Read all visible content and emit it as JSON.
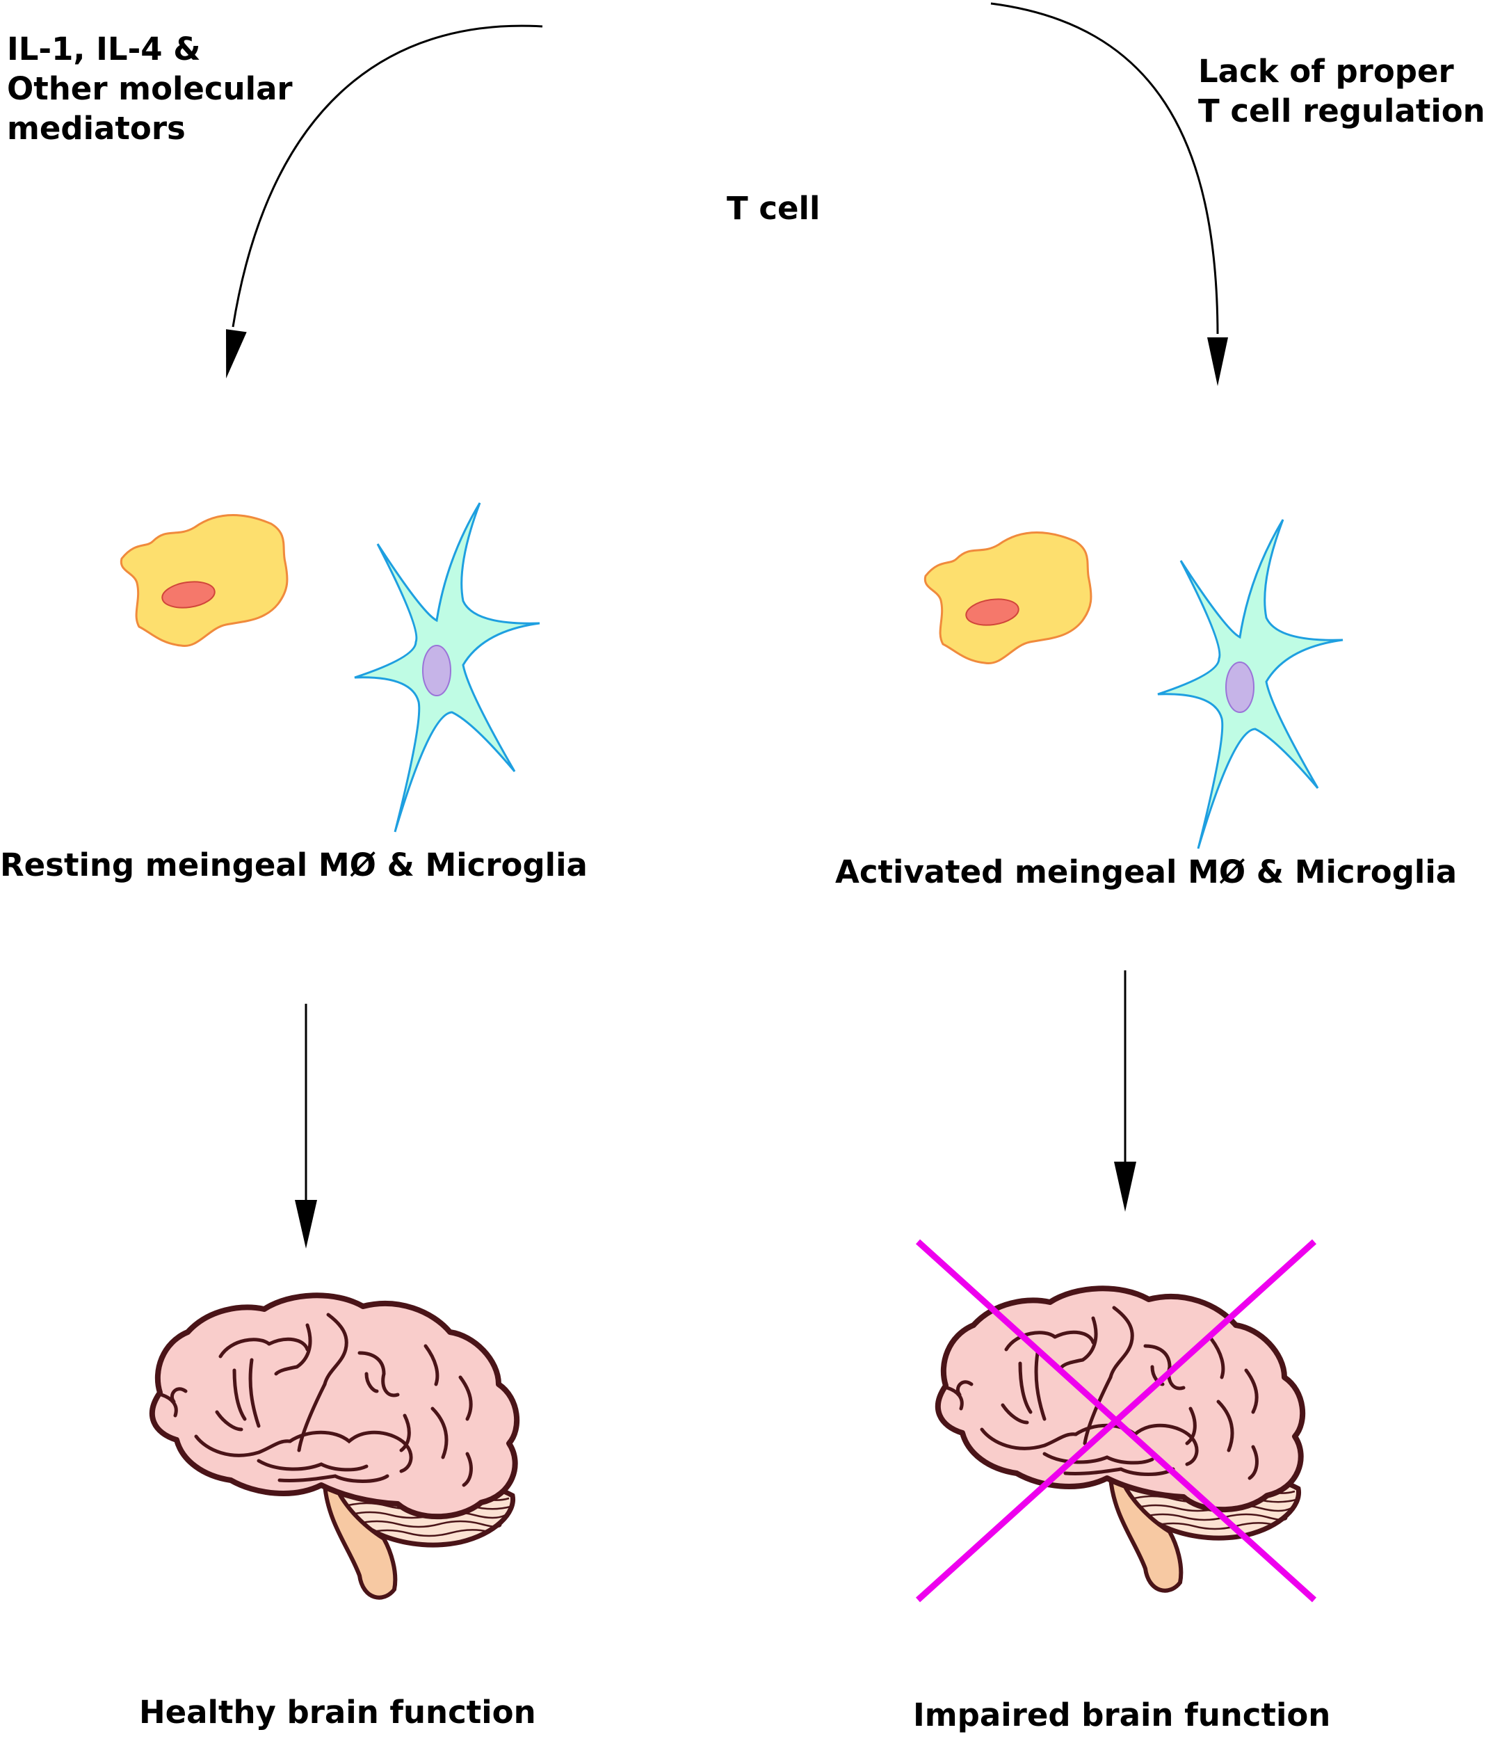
{
  "labels": {
    "mediators_line1": "IL-1, IL-4 &",
    "mediators_line2": "Other molecular",
    "mediators_line3": "mediators",
    "regulation_line1": "Lack of proper",
    "regulation_line2": "T cell regulation",
    "tcell": "T cell",
    "resting": "Resting meingeal MØ & Microglia",
    "activated": "Activated meingeal MØ & Microglia",
    "healthy": "Healthy brain function",
    "impaired": "Impaired brain function"
  },
  "colors": {
    "macrophage_fill": "#FDDF6E",
    "macrophage_stroke": "#F08A3C",
    "macrophage_nucleus": "#F5786B",
    "microglia_fill": "#BFFCE4",
    "microglia_stroke": "#1E9FE0",
    "microglia_nucleus": "#C6B4E8",
    "brain_fill": "#F9CDCB",
    "brain_stroke": "#4A1418",
    "cerebellum_fill": "#FBE2D2",
    "brainstem_fill": "#F7C9A3",
    "cross": "#EE00EE",
    "arrow": "#000000"
  },
  "icons": {
    "left_macrophage": "macrophage-cell-icon",
    "left_microglia": "microglia-cell-icon",
    "right_macrophage": "macrophage-cell-icon",
    "right_microglia": "microglia-cell-icon",
    "left_brain": "brain-icon",
    "right_brain": "brain-icon",
    "cross": "cross-out-icon"
  }
}
